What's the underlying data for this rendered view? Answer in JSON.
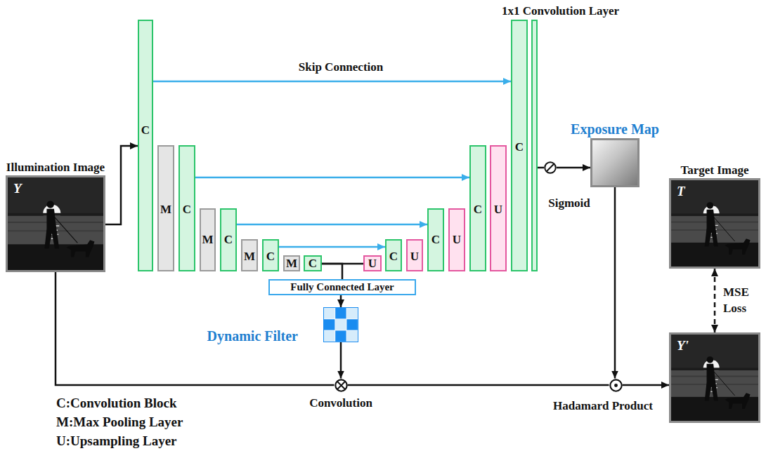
{
  "diagram": {
    "nodes": [
      {
        "text": [
          "Illumination Image",
          "Y"
        ]
      },
      {
        "text": [
          "C"
        ]
      },
      {
        "text": [
          "M"
        ]
      },
      {
        "text": [
          "C"
        ]
      },
      {
        "text": [
          "M"
        ]
      },
      {
        "text": [
          "C"
        ]
      },
      {
        "text": [
          "M"
        ]
      },
      {
        "text": [
          "C"
        ]
      },
      {
        "text": [
          "M"
        ]
      },
      {
        "text": [
          "C"
        ]
      },
      {
        "text": [
          "U"
        ]
      },
      {
        "text": [
          "C"
        ]
      },
      {
        "text": [
          "U"
        ]
      },
      {
        "text": [
          "C"
        ]
      },
      {
        "text": [
          "U"
        ]
      },
      {
        "text": [
          "C"
        ]
      },
      {
        "text": [
          "U"
        ]
      },
      {
        "text": [
          "C"
        ]
      },
      {
        "text": [
          "1x1 Convolution Layer"
        ]
      },
      {
        "text": [
          "Fully Connected Layer"
        ]
      },
      {
        "text": [
          "Dynamic Filter"
        ]
      },
      {
        "text": [
          "Convolution"
        ]
      },
      {
        "text": [
          "Sigmoid"
        ]
      },
      {
        "text": [
          "Exposure Map"
        ]
      },
      {
        "text": [
          "Hadamard Product"
        ]
      },
      {
        "text": [
          "Target Image",
          "T"
        ]
      },
      {
        "text": [
          "Y'"
        ]
      }
    ],
    "edges": [
      {
        "from": 0,
        "to": 1,
        "arrow": "to"
      },
      {
        "from": 1,
        "to": 17,
        "arrow": "to"
      },
      {
        "from": 3,
        "to": 15,
        "arrow": "to"
      },
      {
        "from": 5,
        "to": 13,
        "arrow": "to"
      },
      {
        "from": 7,
        "to": 11,
        "arrow": "to"
      },
      {
        "from": 9,
        "to": 10,
        "arrow": "none"
      },
      {
        "from": 9,
        "to": 19,
        "arrow": "none"
      },
      {
        "from": 19,
        "to": 20,
        "arrow": "to"
      },
      {
        "from": 20,
        "to": 21,
        "arrow": "to"
      },
      {
        "from": 0,
        "to": 21,
        "arrow": "none"
      },
      {
        "from": 21,
        "to": 24,
        "arrow": "none"
      },
      {
        "from": 24,
        "to": 26,
        "arrow": "to"
      },
      {
        "from": 18,
        "to": 22,
        "arrow": "none"
      },
      {
        "from": 22,
        "to": 23,
        "arrow": "to"
      },
      {
        "from": 23,
        "to": 24,
        "arrow": "to"
      },
      {
        "from": 26,
        "to": 25,
        "label": "MSE Loss",
        "arrow": "both"
      }
    ],
    "labels": [
      "Skip Connection"
    ],
    "legend": [
      {
        "text": "C:Convolution Block"
      },
      {
        "text": "M:Max Pooling Layer"
      },
      {
        "text": "U:Upsampling Layer"
      }
    ]
  }
}
